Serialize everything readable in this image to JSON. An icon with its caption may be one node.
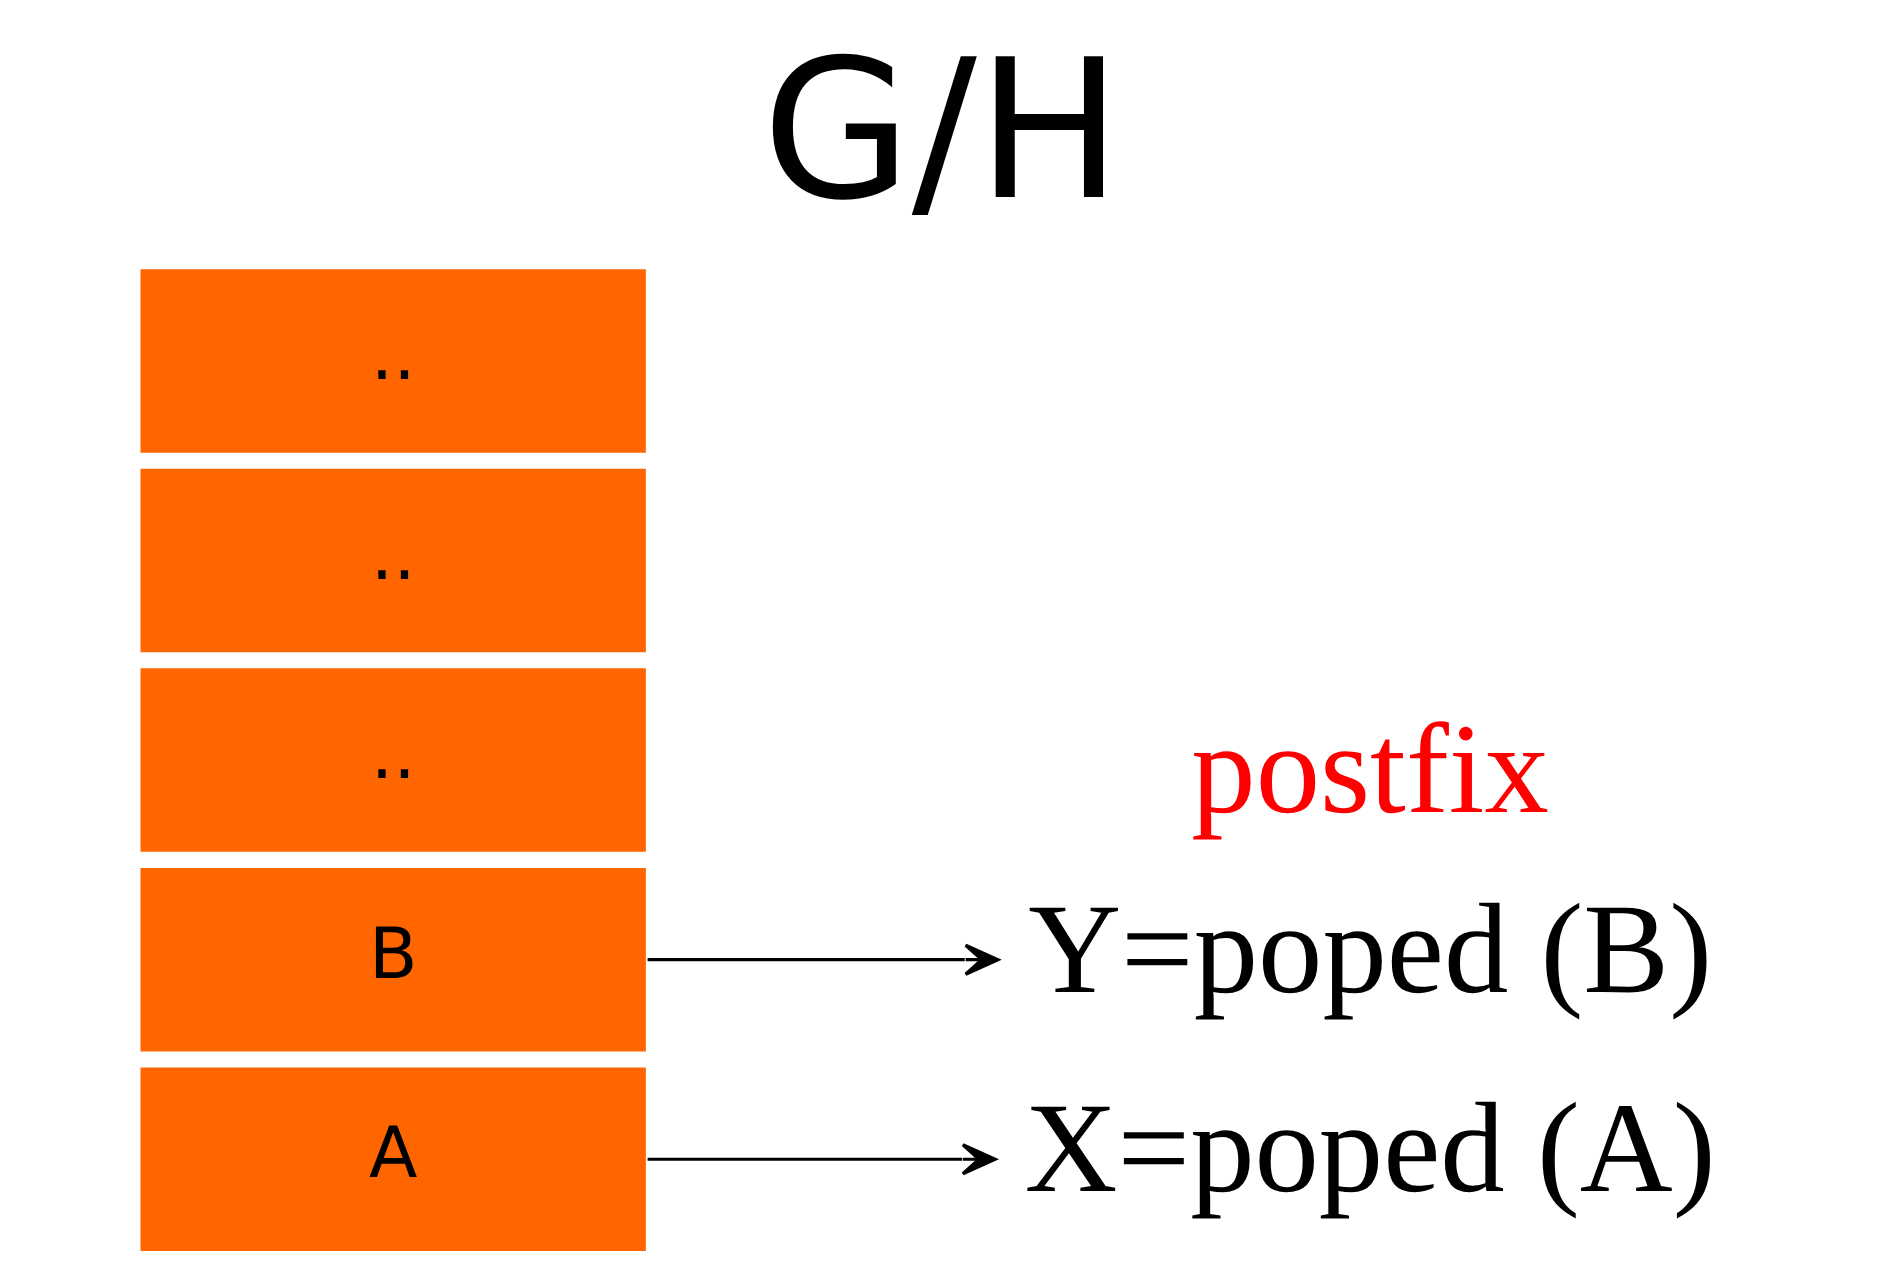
{
  "diagram": {
    "title": "G/H",
    "nodes": [
      {
        "text": [
          "A"
        ]
      },
      {
        "text": [
          "B"
        ]
      },
      {
        "text": [
          ".."
        ]
      },
      {
        "text": [
          ".."
        ]
      },
      {
        "text": [
          ".."
        ]
      },
      {
        "text": [
          "X=poped (A)"
        ]
      },
      {
        "text": [
          "Y=poped (B)"
        ]
      }
    ],
    "edges": [
      {
        "from": 0,
        "to": 5,
        "arrow": "to"
      },
      {
        "from": 1,
        "to": 6,
        "arrow": "to"
      }
    ],
    "labels": [
      "postfix"
    ]
  }
}
